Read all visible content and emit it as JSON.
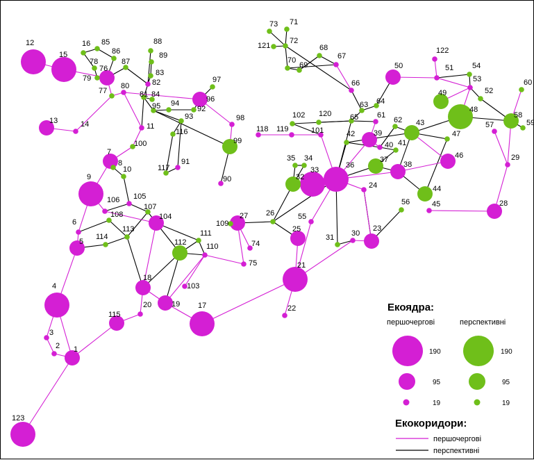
{
  "colors": {
    "priority": "#D41FD4",
    "prospective": "#6FBF1A",
    "edge_priority": "#D41FD4",
    "edge_prospective": "#000000"
  },
  "legend": {
    "nodes_title": "Екоядра:",
    "priority_label": "першочергові",
    "prospective_label": "перспективні",
    "sizes": [
      "190",
      "95",
      "19"
    ],
    "corridors_title": "Екокоридори:",
    "corridor_priority": "першочергові",
    "corridor_prospective": "перспективні"
  },
  "nodes": [
    {
      "id": "1",
      "t": "p",
      "s": 95
    },
    {
      "id": "2",
      "t": "p",
      "s": 19
    },
    {
      "id": "3",
      "t": "p",
      "s": 19
    },
    {
      "id": "4",
      "t": "p",
      "s": 190
    },
    {
      "id": "5",
      "t": "p",
      "s": 95
    },
    {
      "id": "6",
      "t": "p",
      "s": 19
    },
    {
      "id": "7",
      "t": "p",
      "s": 95
    },
    {
      "id": "8",
      "t": "g",
      "s": 19
    },
    {
      "id": "9",
      "t": "p",
      "s": 190
    },
    {
      "id": "10",
      "t": "g",
      "s": 19
    },
    {
      "id": "11",
      "t": "p",
      "s": 19
    },
    {
      "id": "12",
      "t": "p",
      "s": 190
    },
    {
      "id": "13",
      "t": "p",
      "s": 95
    },
    {
      "id": "14",
      "t": "p",
      "s": 19
    },
    {
      "id": "15",
      "t": "p",
      "s": 190
    },
    {
      "id": "16",
      "t": "g",
      "s": 19
    },
    {
      "id": "17",
      "t": "p",
      "s": 190
    },
    {
      "id": "18",
      "t": "p",
      "s": 95
    },
    {
      "id": "19",
      "t": "p",
      "s": 95
    },
    {
      "id": "20",
      "t": "p",
      "s": 19
    },
    {
      "id": "21",
      "t": "p",
      "s": 190
    },
    {
      "id": "22",
      "t": "p",
      "s": 19
    },
    {
      "id": "23",
      "t": "p",
      "s": 95
    },
    {
      "id": "24",
      "t": "p",
      "s": 19
    },
    {
      "id": "25",
      "t": "p",
      "s": 95
    },
    {
      "id": "26",
      "t": "g",
      "s": 19
    },
    {
      "id": "27",
      "t": "p",
      "s": 95
    },
    {
      "id": "28",
      "t": "p",
      "s": 95
    },
    {
      "id": "29",
      "t": "p",
      "s": 19
    },
    {
      "id": "30",
      "t": "p",
      "s": 19
    },
    {
      "id": "31",
      "t": "g",
      "s": 19
    },
    {
      "id": "32",
      "t": "g",
      "s": 95
    },
    {
      "id": "33",
      "t": "p",
      "s": 190
    },
    {
      "id": "34",
      "t": "g",
      "s": 19
    },
    {
      "id": "35",
      "t": "g",
      "s": 19
    },
    {
      "id": "36",
      "t": "p",
      "s": 190
    },
    {
      "id": "37",
      "t": "g",
      "s": 95
    },
    {
      "id": "38",
      "t": "p",
      "s": 95
    },
    {
      "id": "39",
      "t": "p",
      "s": 95
    },
    {
      "id": "40",
      "t": "p",
      "s": 19
    },
    {
      "id": "41",
      "t": "g",
      "s": 19
    },
    {
      "id": "42",
      "t": "g",
      "s": 19
    },
    {
      "id": "43",
      "t": "g",
      "s": 95
    },
    {
      "id": "44",
      "t": "g",
      "s": 95
    },
    {
      "id": "45",
      "t": "p",
      "s": 19
    },
    {
      "id": "46",
      "t": "p",
      "s": 95
    },
    {
      "id": "47",
      "t": "g",
      "s": 19
    },
    {
      "id": "48",
      "t": "g",
      "s": 190
    },
    {
      "id": "49",
      "t": "g",
      "s": 95
    },
    {
      "id": "50",
      "t": "p",
      "s": 95
    },
    {
      "id": "51",
      "t": "p",
      "s": 19
    },
    {
      "id": "52",
      "t": "g",
      "s": 19
    },
    {
      "id": "53",
      "t": "p",
      "s": 19
    },
    {
      "id": "54",
      "t": "g",
      "s": 19
    },
    {
      "id": "55",
      "t": "p",
      "s": 19
    },
    {
      "id": "56",
      "t": "g",
      "s": 19
    },
    {
      "id": "57",
      "t": "p",
      "s": 19
    },
    {
      "id": "58",
      "t": "g",
      "s": 95
    },
    {
      "id": "59",
      "t": "g",
      "s": 19
    },
    {
      "id": "60",
      "t": "g",
      "s": 19
    },
    {
      "id": "61",
      "t": "p",
      "s": 19
    },
    {
      "id": "62",
      "t": "g",
      "s": 19
    },
    {
      "id": "63",
      "t": "g",
      "s": 19
    },
    {
      "id": "64",
      "t": "g",
      "s": 19
    },
    {
      "id": "65",
      "t": "g",
      "s": 19
    },
    {
      "id": "66",
      "t": "p",
      "s": 19
    },
    {
      "id": "67",
      "t": "p",
      "s": 19
    },
    {
      "id": "68",
      "t": "g",
      "s": 19
    },
    {
      "id": "69",
      "t": "g",
      "s": 19
    },
    {
      "id": "70",
      "t": "g",
      "s": 19
    },
    {
      "id": "71",
      "t": "g",
      "s": 19
    },
    {
      "id": "72",
      "t": "g",
      "s": 19
    },
    {
      "id": "73",
      "t": "g",
      "s": 19
    },
    {
      "id": "74",
      "t": "p",
      "s": 19
    },
    {
      "id": "75",
      "t": "p",
      "s": 19
    },
    {
      "id": "76",
      "t": "p",
      "s": 95
    },
    {
      "id": "77",
      "t": "g",
      "s": 19
    },
    {
      "id": "78",
      "t": "g",
      "s": 19
    },
    {
      "id": "79",
      "t": "g",
      "s": 19
    },
    {
      "id": "80",
      "t": "p",
      "s": 19
    },
    {
      "id": "81",
      "t": "g",
      "s": 19
    },
    {
      "id": "82",
      "t": "p",
      "s": 19
    },
    {
      "id": "83",
      "t": "g",
      "s": 19
    },
    {
      "id": "84",
      "t": "g",
      "s": 19
    },
    {
      "id": "85",
      "t": "g",
      "s": 19
    },
    {
      "id": "86",
      "t": "g",
      "s": 19
    },
    {
      "id": "87",
      "t": "g",
      "s": 19
    },
    {
      "id": "88",
      "t": "g",
      "s": 19
    },
    {
      "id": "89",
      "t": "g",
      "s": 19
    },
    {
      "id": "90",
      "t": "p",
      "s": 19
    },
    {
      "id": "91",
      "t": "p",
      "s": 19
    },
    {
      "id": "92",
      "t": "g",
      "s": 19
    },
    {
      "id": "93",
      "t": "g",
      "s": 19
    },
    {
      "id": "94",
      "t": "g",
      "s": 19
    },
    {
      "id": "95",
      "t": "g",
      "s": 19
    },
    {
      "id": "96",
      "t": "p",
      "s": 95
    },
    {
      "id": "97",
      "t": "g",
      "s": 19
    },
    {
      "id": "98",
      "t": "p",
      "s": 19
    },
    {
      "id": "99",
      "t": "g",
      "s": 95
    },
    {
      "id": "100",
      "t": "g",
      "s": 19
    },
    {
      "id": "101",
      "t": "p",
      "s": 19
    },
    {
      "id": "102",
      "t": "g",
      "s": 19
    },
    {
      "id": "103",
      "t": "p",
      "s": 19
    },
    {
      "id": "104",
      "t": "p",
      "s": 95
    },
    {
      "id": "105",
      "t": "p",
      "s": 19
    },
    {
      "id": "106",
      "t": "p",
      "s": 19
    },
    {
      "id": "107",
      "t": "g",
      "s": 19
    },
    {
      "id": "108",
      "t": "g",
      "s": 19
    },
    {
      "id": "109",
      "t": "g",
      "s": 19
    },
    {
      "id": "110",
      "t": "p",
      "s": 19
    },
    {
      "id": "111",
      "t": "g",
      "s": 19
    },
    {
      "id": "112",
      "t": "g",
      "s": 95
    },
    {
      "id": "113",
      "t": "g",
      "s": 19
    },
    {
      "id": "114",
      "t": "g",
      "s": 19
    },
    {
      "id": "115",
      "t": "p",
      "s": 95
    },
    {
      "id": "116",
      "t": "g",
      "s": 19
    },
    {
      "id": "117",
      "t": "g",
      "s": 19
    },
    {
      "id": "118",
      "t": "p",
      "s": 19
    },
    {
      "id": "119",
      "t": "p",
      "s": 19
    },
    {
      "id": "120",
      "t": "g",
      "s": 19
    },
    {
      "id": "121",
      "t": "g",
      "s": 19
    },
    {
      "id": "122",
      "t": "p",
      "s": 19
    },
    {
      "id": "123",
      "t": "p",
      "s": 190
    }
  ],
  "edges_priority": [
    [
      "123",
      "1"
    ],
    [
      "1",
      "2"
    ],
    [
      "2",
      "3"
    ],
    [
      "3",
      "4"
    ],
    [
      "4",
      "1"
    ],
    [
      "4",
      "5"
    ],
    [
      "5",
      "6"
    ],
    [
      "6",
      "9"
    ],
    [
      "9",
      "7"
    ],
    [
      "7",
      "100"
    ],
    [
      "100",
      "11"
    ],
    [
      "11",
      "80"
    ],
    [
      "80",
      "96"
    ],
    [
      "96",
      "98"
    ],
    [
      "98",
      "99"
    ],
    [
      "80",
      "77"
    ],
    [
      "77",
      "14"
    ],
    [
      "14",
      "13"
    ],
    [
      "12",
      "15"
    ],
    [
      "15",
      "76"
    ],
    [
      "76",
      "77"
    ],
    [
      "1",
      "115"
    ],
    [
      "115",
      "20"
    ],
    [
      "20",
      "18"
    ],
    [
      "18",
      "104"
    ],
    [
      "104",
      "106"
    ],
    [
      "106",
      "9"
    ],
    [
      "19",
      "18"
    ],
    [
      "19",
      "17"
    ],
    [
      "17",
      "21"
    ],
    [
      "21",
      "22"
    ],
    [
      "21",
      "30"
    ],
    [
      "30",
      "23"
    ],
    [
      "23",
      "24"
    ],
    [
      "24",
      "36"
    ],
    [
      "36",
      "55"
    ],
    [
      "55",
      "21"
    ],
    [
      "36",
      "101"
    ],
    [
      "101",
      "119"
    ],
    [
      "119",
      "118"
    ],
    [
      "19",
      "110"
    ],
    [
      "110",
      "103"
    ],
    [
      "110",
      "75"
    ],
    [
      "75",
      "27"
    ],
    [
      "27",
      "74"
    ],
    [
      "36",
      "39"
    ],
    [
      "39",
      "40"
    ],
    [
      "38",
      "46"
    ],
    [
      "46",
      "43"
    ],
    [
      "45",
      "28"
    ],
    [
      "28",
      "29"
    ],
    [
      "29",
      "57"
    ],
    [
      "58",
      "60"
    ],
    [
      "58",
      "29"
    ],
    [
      "50",
      "51"
    ],
    [
      "51",
      "122"
    ],
    [
      "51",
      "53"
    ],
    [
      "53",
      "49"
    ],
    [
      "53",
      "48"
    ],
    [
      "66",
      "67"
    ],
    [
      "36",
      "33"
    ],
    [
      "33",
      "32"
    ],
    [
      "25",
      "21"
    ],
    [
      "38",
      "36"
    ],
    [
      "61",
      "39"
    ]
  ],
  "edges_prospective": [
    [
      "5",
      "114"
    ],
    [
      "114",
      "113"
    ],
    [
      "113",
      "108"
    ],
    [
      "108",
      "6"
    ],
    [
      "113",
      "18"
    ],
    [
      "104",
      "112"
    ],
    [
      "112",
      "19"
    ],
    [
      "112",
      "18"
    ],
    [
      "112",
      "111"
    ],
    [
      "104",
      "111"
    ],
    [
      "111",
      "110"
    ],
    [
      "112",
      "110"
    ],
    [
      "106",
      "105"
    ],
    [
      "105",
      "10"
    ],
    [
      "10",
      "8"
    ],
    [
      "107",
      "104"
    ],
    [
      "107",
      "113"
    ],
    [
      "107",
      "105"
    ],
    [
      "109",
      "27"
    ],
    [
      "27",
      "26"
    ],
    [
      "26",
      "32"
    ],
    [
      "26",
      "25"
    ],
    [
      "26",
      "36"
    ],
    [
      "32",
      "35"
    ],
    [
      "35",
      "34"
    ],
    [
      "34",
      "32"
    ],
    [
      "36",
      "37"
    ],
    [
      "37",
      "38"
    ],
    [
      "37",
      "41"
    ],
    [
      "41",
      "40"
    ],
    [
      "40",
      "42"
    ],
    [
      "42",
      "36"
    ],
    [
      "42",
      "43"
    ],
    [
      "43",
      "62"
    ],
    [
      "62",
      "40"
    ],
    [
      "43",
      "47"
    ],
    [
      "47",
      "44"
    ],
    [
      "44",
      "38"
    ],
    [
      "38",
      "43"
    ],
    [
      "43",
      "48"
    ],
    [
      "48",
      "58"
    ],
    [
      "58",
      "59"
    ],
    [
      "58",
      "52"
    ],
    [
      "52",
      "53"
    ],
    [
      "53",
      "54"
    ],
    [
      "51",
      "54"
    ],
    [
      "36",
      "31"
    ],
    [
      "31",
      "30"
    ],
    [
      "23",
      "56"
    ],
    [
      "24",
      "23"
    ],
    [
      "36",
      "65"
    ],
    [
      "65",
      "63"
    ],
    [
      "63",
      "64"
    ],
    [
      "64",
      "50"
    ],
    [
      "65",
      "102"
    ],
    [
      "65",
      "120"
    ],
    [
      "63",
      "66"
    ],
    [
      "66",
      "72"
    ],
    [
      "72",
      "73"
    ],
    [
      "72",
      "71"
    ],
    [
      "72",
      "121"
    ],
    [
      "72",
      "70"
    ],
    [
      "70",
      "69"
    ],
    [
      "69",
      "68"
    ],
    [
      "68",
      "67"
    ],
    [
      "70",
      "67"
    ],
    [
      "81",
      "82"
    ],
    [
      "82",
      "83"
    ],
    [
      "83",
      "89"
    ],
    [
      "82",
      "88"
    ],
    [
      "87",
      "82"
    ],
    [
      "87",
      "76"
    ],
    [
      "85",
      "86"
    ],
    [
      "86",
      "76"
    ],
    [
      "16",
      "85"
    ],
    [
      "16",
      "78"
    ],
    [
      "78",
      "79"
    ],
    [
      "79",
      "76"
    ],
    [
      "81",
      "95"
    ],
    [
      "95",
      "94"
    ],
    [
      "94",
      "92"
    ],
    [
      "92",
      "96"
    ],
    [
      "96",
      "97"
    ],
    [
      "95",
      "93"
    ],
    [
      "93",
      "116"
    ],
    [
      "116",
      "117"
    ],
    [
      "117",
      "91"
    ],
    [
      "93",
      "91"
    ],
    [
      "84",
      "81"
    ],
    [
      "81",
      "11"
    ],
    [
      "95",
      "99"
    ],
    [
      "99",
      "90"
    ],
    [
      "61",
      "65"
    ],
    [
      "101",
      "102"
    ],
    [
      "118",
      "119"
    ]
  ]
}
